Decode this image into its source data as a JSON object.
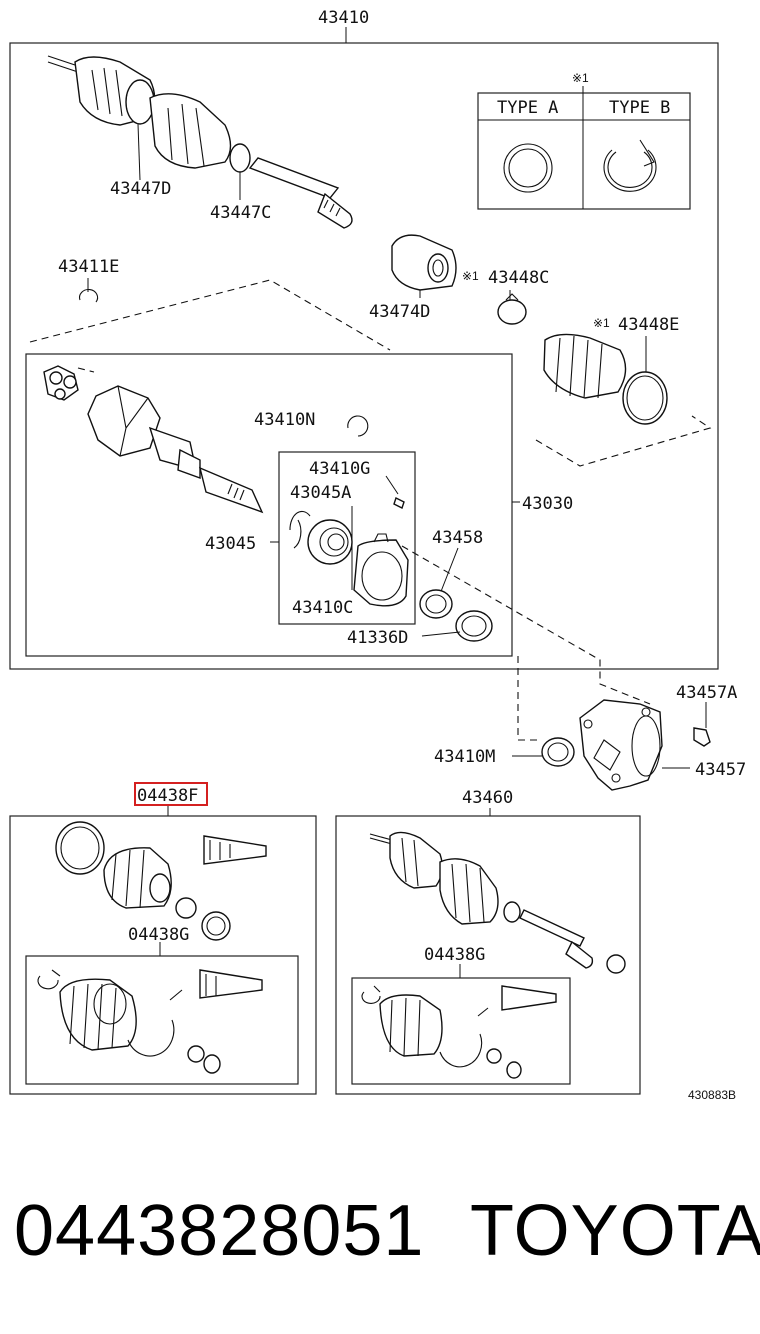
{
  "labels": {
    "assembly_main": "43410",
    "joint_outer_d": "43447D",
    "joint_outer_c": "43447C",
    "clip_e": "43411E",
    "damper": "43474D",
    "boot_clamp_c": "43448C",
    "boot_clamp_e": "43448E",
    "snap_ring_n": "43410N",
    "pin_g": "43410G",
    "inner_kit_a": "43045A",
    "inner_kit": "43045",
    "boot_c": "43410C",
    "ring_458": "43458",
    "seal_d": "41336D",
    "inner_assy": "43030",
    "bolt_a": "43457A",
    "seal_m": "43410M",
    "bracket": "43457",
    "boot_kit_inner": "04438F",
    "boot_kit_g_1": "04438G",
    "axle_assy": "43460",
    "boot_kit_g_2": "04438G",
    "note_mark": "※1",
    "type_a": "TYPE A",
    "type_b": "TYPE B",
    "clamp_c_prefix": "※1",
    "clamp_e_prefix": "※1",
    "diagram_code": "430883B"
  },
  "footer": {
    "part_number": "0443828051",
    "brand": "TOYOTA"
  },
  "highlight_color": "#d42020"
}
